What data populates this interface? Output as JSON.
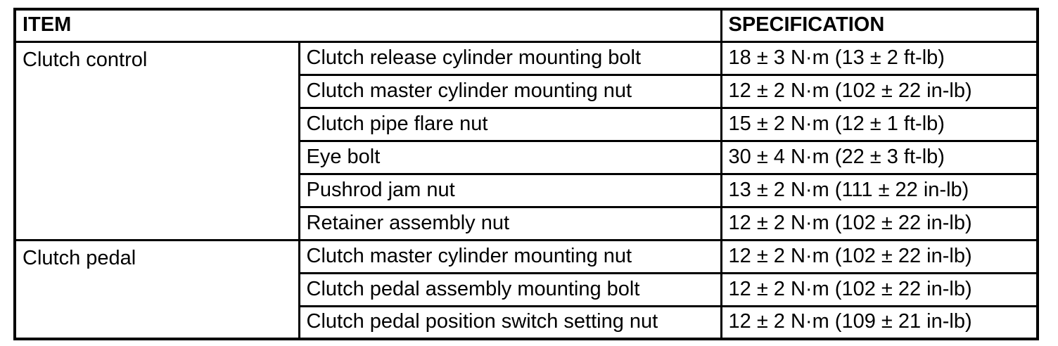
{
  "table": {
    "headers": {
      "item": "ITEM",
      "specification": "SPECIFICATION"
    },
    "groups": [
      {
        "name": "Clutch control",
        "rows": [
          {
            "component": "Clutch release cylinder mounting bolt",
            "spec": "18 ± 3 N·m (13 ± 2 ft-lb)"
          },
          {
            "component": "Clutch master cylinder mounting nut",
            "spec": "12 ± 2 N·m (102 ± 22 in-lb)"
          },
          {
            "component": "Clutch pipe flare nut",
            "spec": "15 ± 2 N·m (12 ± 1 ft-lb)"
          },
          {
            "component": "Eye bolt",
            "spec": "30 ± 4 N·m (22 ± 3 ft-lb)"
          },
          {
            "component": "Pushrod jam nut",
            "spec": "13 ± 2 N·m (111 ± 22 in-lb)"
          },
          {
            "component": "Retainer assembly nut",
            "spec": "12 ± 2 N·m (102 ± 22 in-lb)"
          }
        ]
      },
      {
        "name": "Clutch pedal",
        "rows": [
          {
            "component": "Clutch master cylinder mounting nut",
            "spec": "12 ± 2 N·m (102 ± 22 in-lb)"
          },
          {
            "component": "Clutch pedal assembly mounting bolt",
            "spec": "12 ± 2 N·m (102 ± 22 in-lb)"
          },
          {
            "component": "Clutch pedal position switch setting nut",
            "spec": "12 ± 2 N·m (109 ± 21 in-lb)"
          }
        ]
      }
    ]
  },
  "colors": {
    "background": "#ffffff",
    "border": "#000000",
    "text": "#000000"
  }
}
